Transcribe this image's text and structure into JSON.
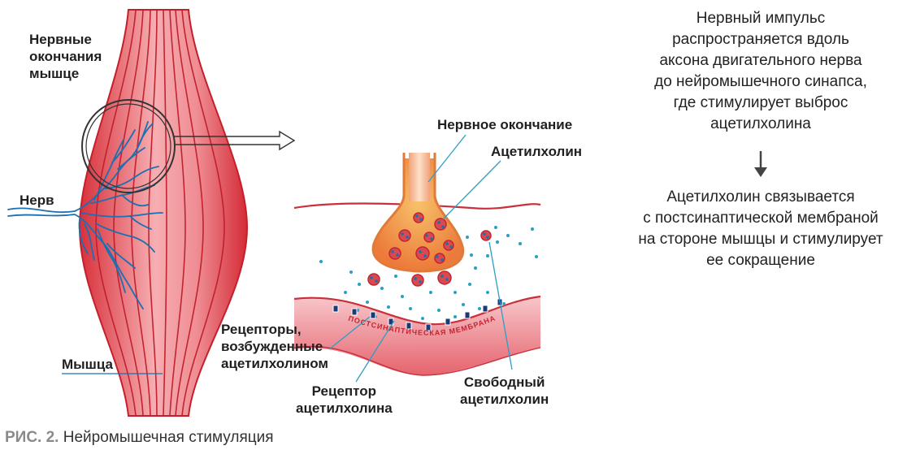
{
  "labels": {
    "nerve_endings": [
      "Нервные",
      "окончания",
      "мышце"
    ],
    "nerve": "Нерв",
    "muscle": "Мышца",
    "nerve_ending": "Нервное окончание",
    "acetylcholine": "Ацетилхолин",
    "receptors_excited": [
      "Рецепторы,",
      "возбужденные",
      "ацетилхолином"
    ],
    "receptor": [
      "Рецептор",
      "ацетилхолина"
    ],
    "free_acetylcholine": [
      "Свободный",
      "ацетилхолин"
    ],
    "membrane": "ПОСТСИНАПТИЧЕСКАЯ МЕМБРАНА"
  },
  "description": {
    "step1": [
      "Нервный импульс",
      "распространяется вдоль",
      "аксона двигательного нерва",
      "до нейромышечного синапса,",
      "где стимулирует выброс",
      "ацетилхолина"
    ],
    "step2": [
      "Ацетилхолин связывается",
      "с постсинаптической мембраной",
      "на стороне мышцы и стимулирует",
      "ее сокращение"
    ]
  },
  "caption": {
    "prefix": "РИС. 2.",
    "text": "Нейромышечная стимуляция"
  },
  "colors": {
    "muscle_red": "#d9303a",
    "muscle_pink": "#f4a7ac",
    "nerve_blue": "#1b6fb3",
    "terminal_orange": "#f0a060",
    "leader_blue": "#2a9fc4"
  }
}
